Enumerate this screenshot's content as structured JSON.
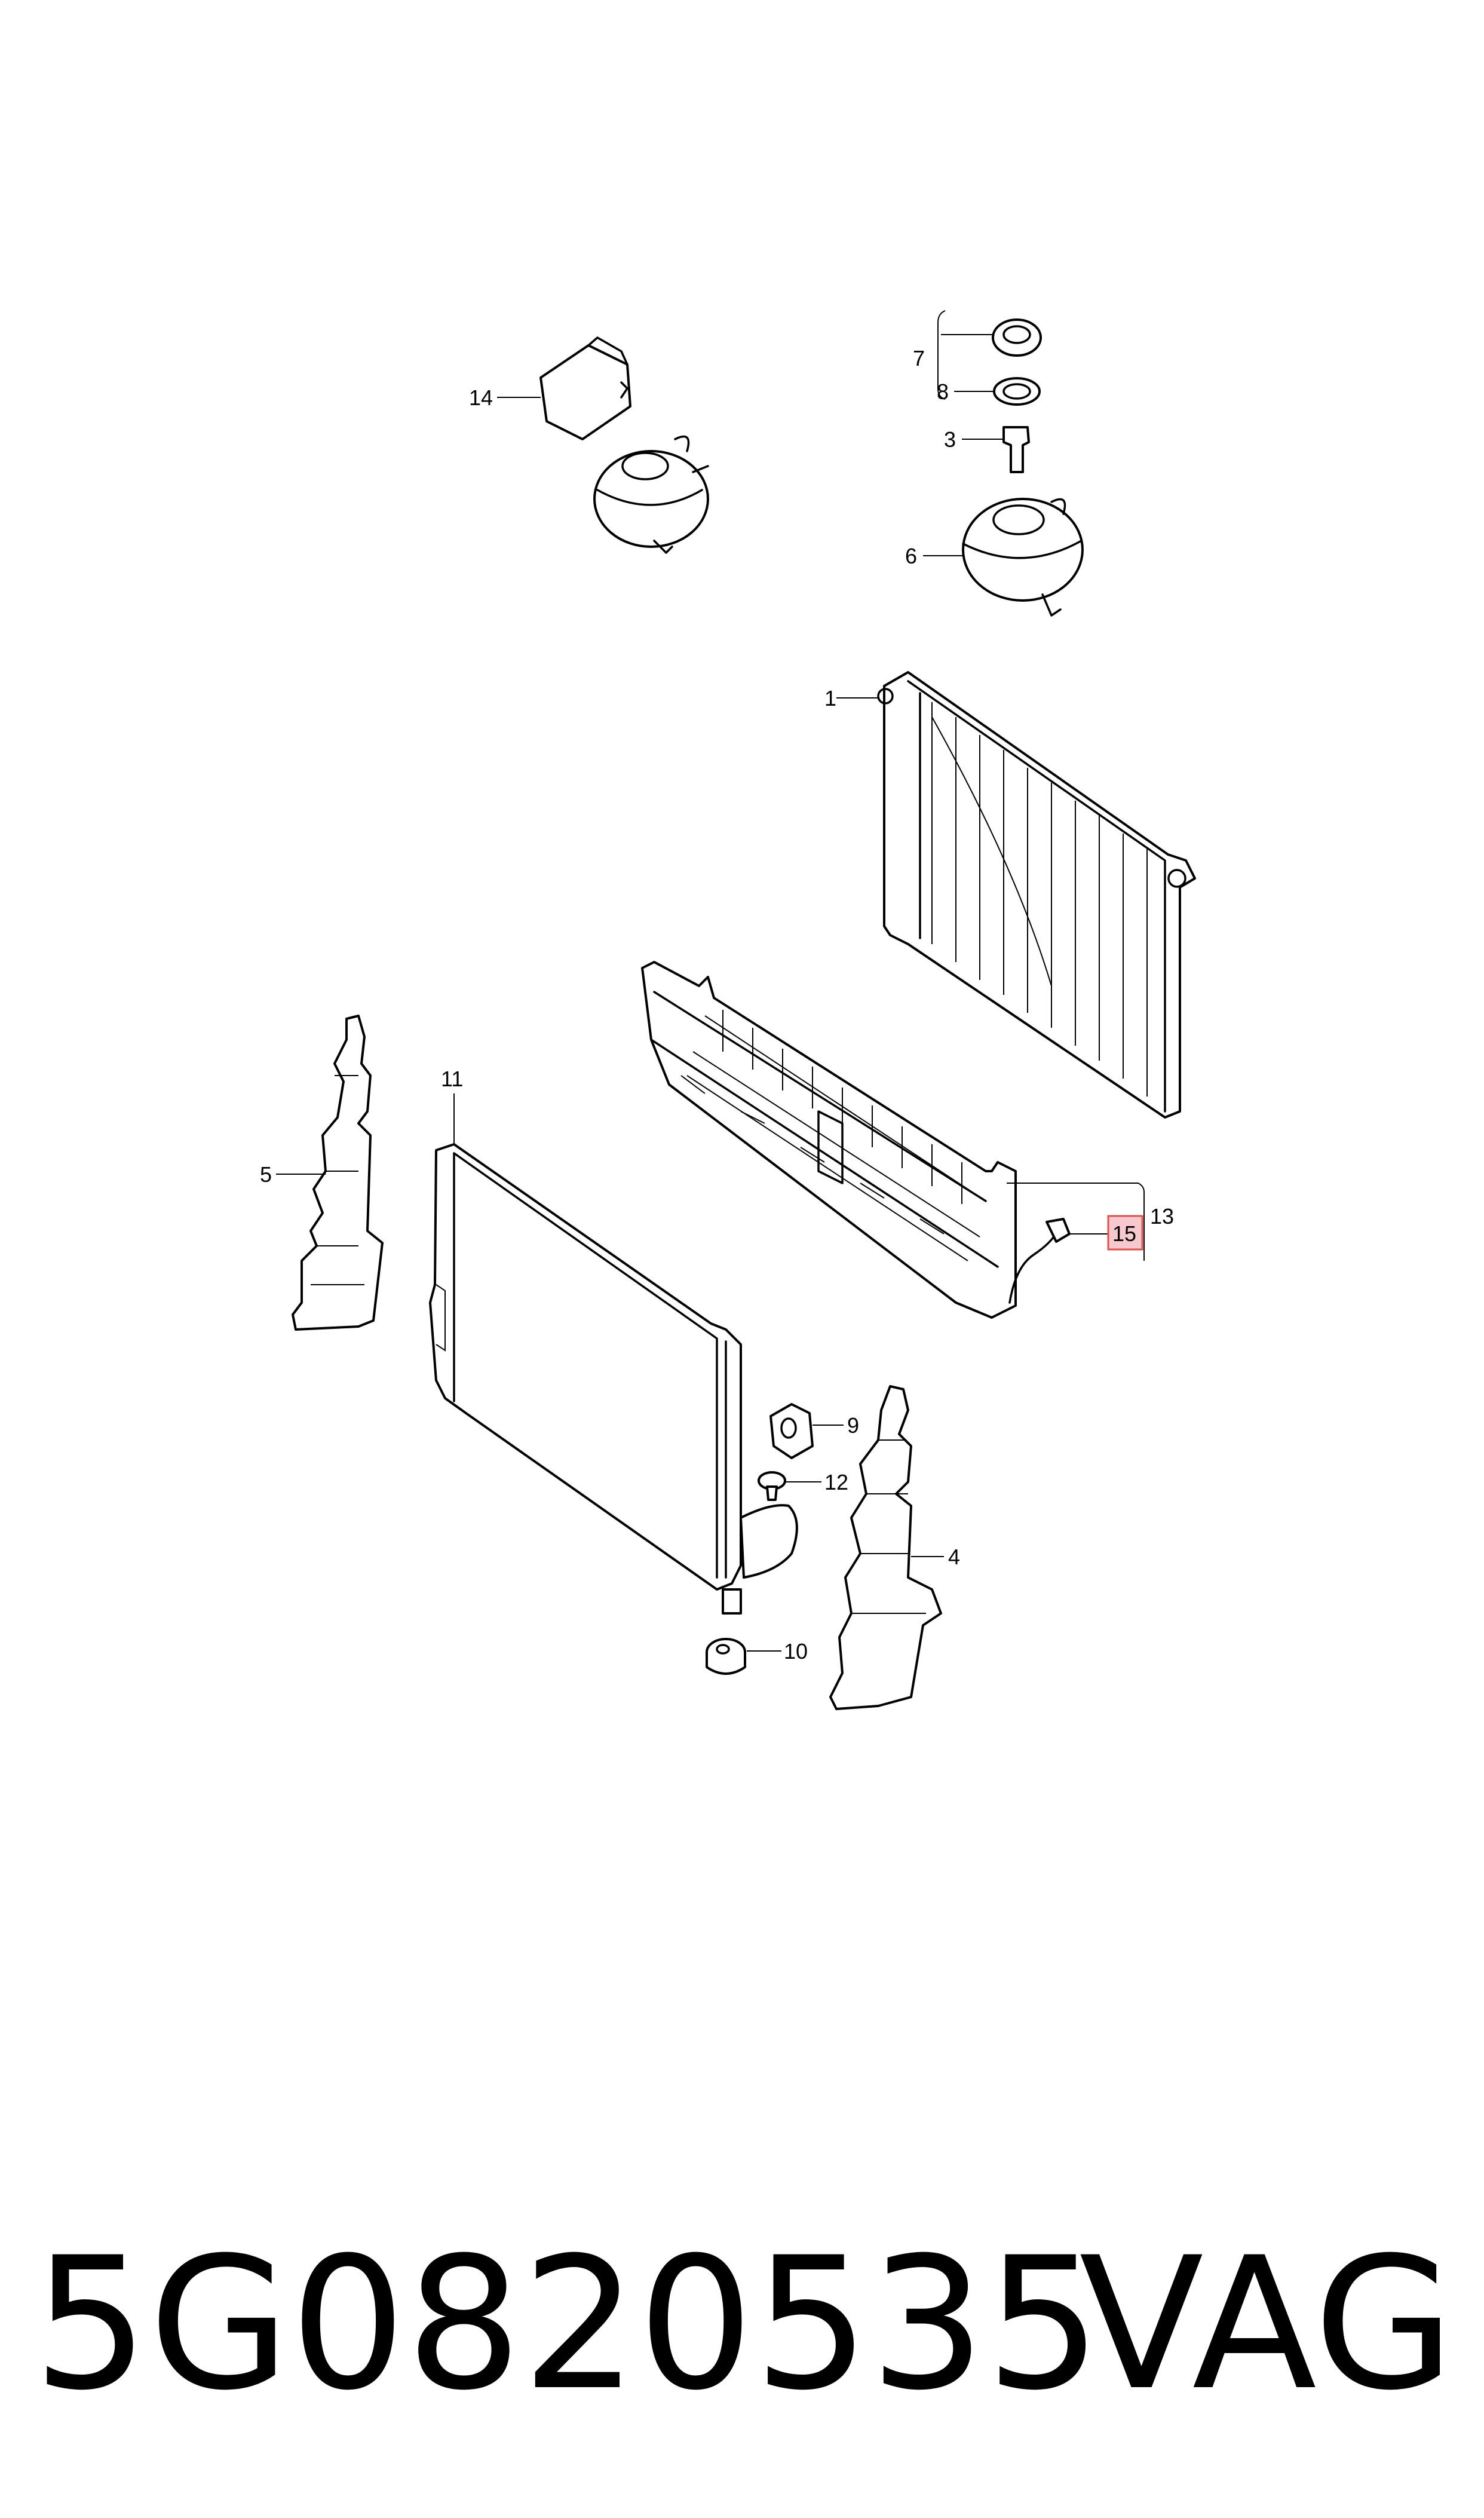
{
  "callouts": {
    "c1": "1",
    "c3": "3",
    "c4": "4",
    "c5": "5",
    "c6": "6",
    "c7": "7",
    "c8": "8",
    "c9": "9",
    "c10": "10",
    "c11": "11",
    "c12": "12",
    "c13": "13",
    "c14": "14",
    "c15": "15"
  },
  "highlight": {
    "callout": "15",
    "color": "#f7c9cf",
    "border": "#d9534f"
  },
  "footer": {
    "part_number": "5G0820535",
    "brand": "VAG"
  }
}
